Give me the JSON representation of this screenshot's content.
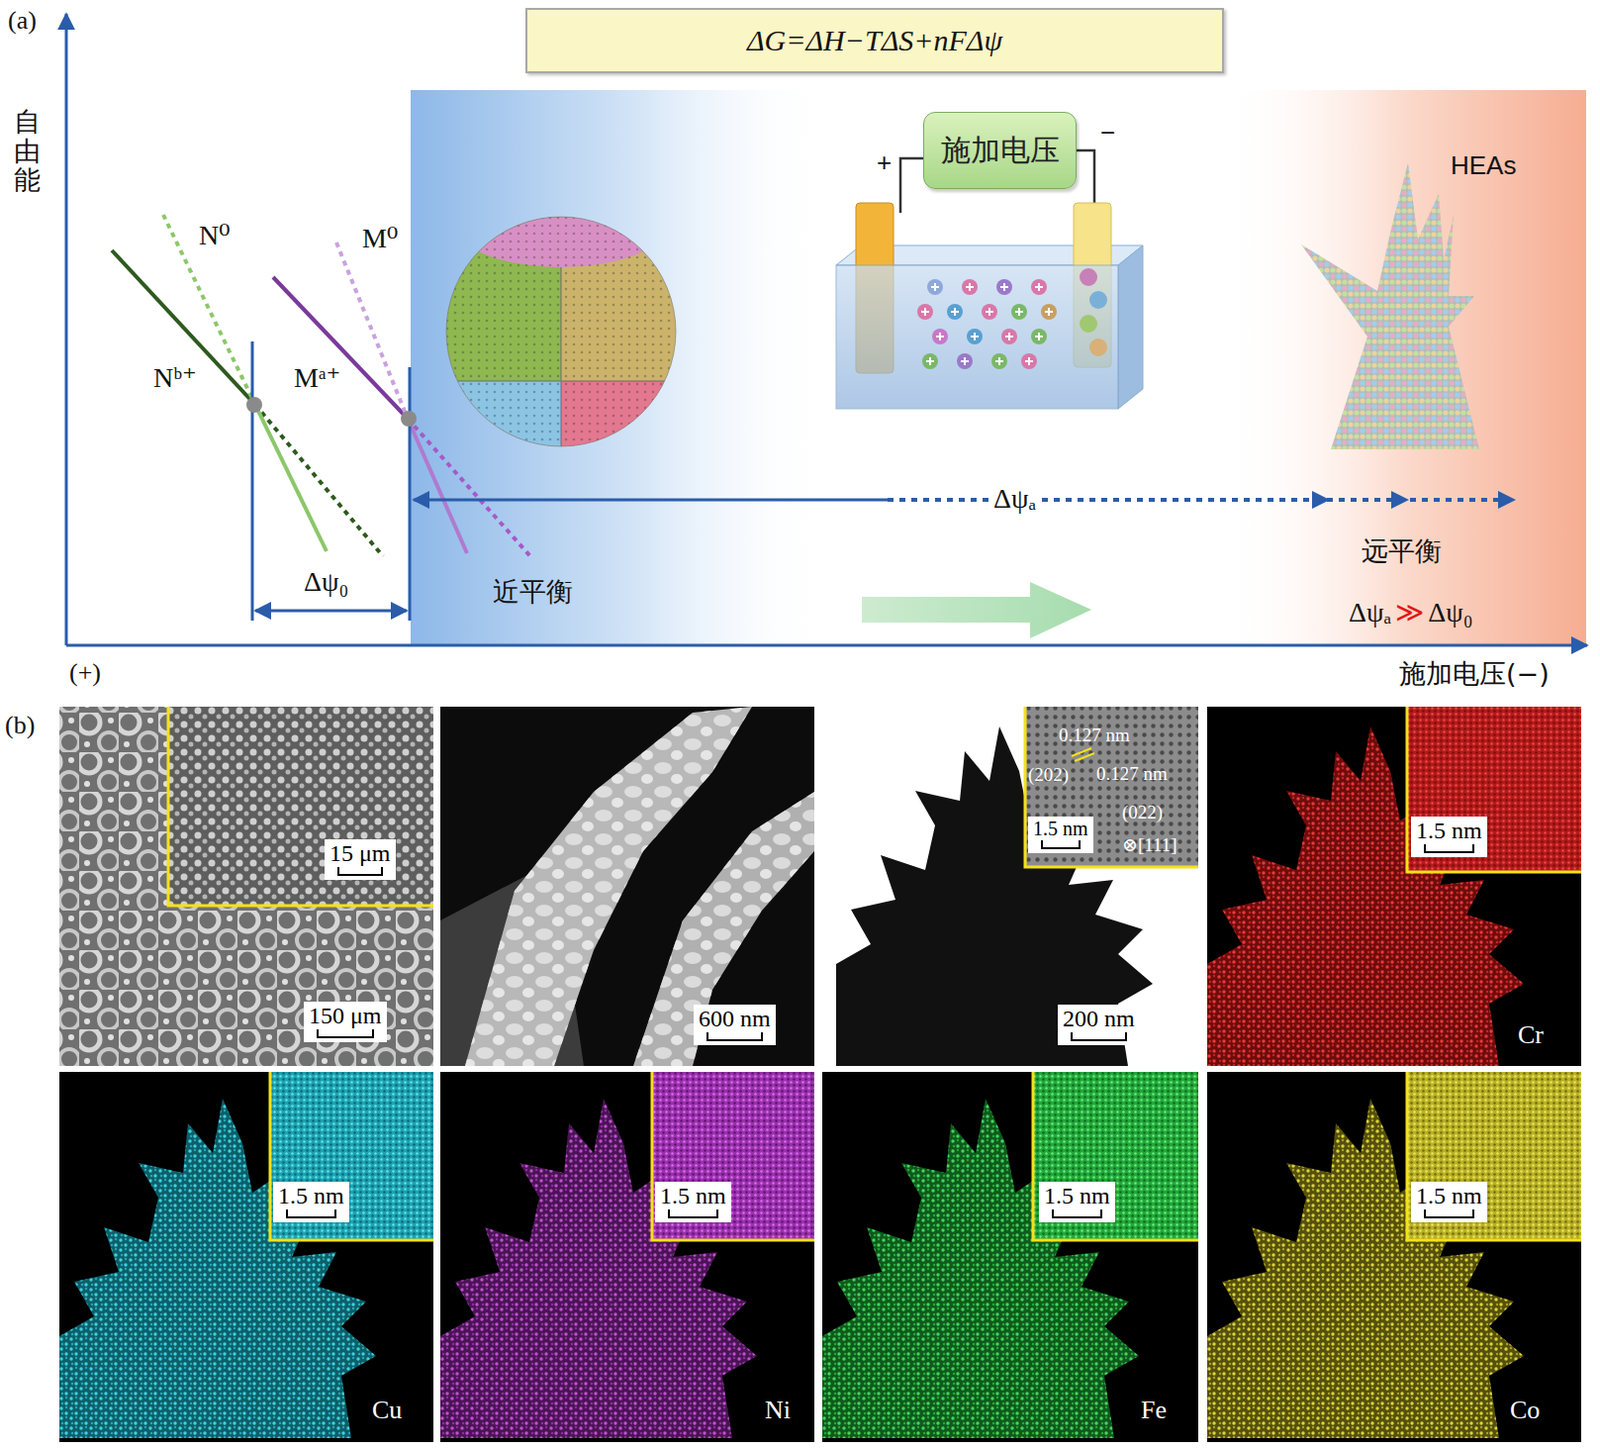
{
  "diagram": {
    "nodes": [
      {
        "text": [
          "ΔG=ΔH−TΔS+nFΔψ"
        ]
      },
      {
        "text": [
          "施加电压"
        ]
      }
    ],
    "labels": [
      "(a)",
      "自由能",
      "N⁰",
      "M⁰",
      "Nᵇ⁺",
      "Mᵃ⁺",
      "Δψ₀",
      "近平衡",
      "Δψₐ",
      "远平衡",
      "Δψₐ",
      "≫",
      "Δψ₀",
      "HEAs",
      "+",
      "−",
      "(+)",
      "施加电压(−)",
      "(b)",
      "15 μm",
      "150 μm",
      "600 nm",
      "0.127 nm",
      "(202)",
      "0.127 nm",
      "1.5 nm",
      "(022)",
      "⊗[111]",
      "200 nm",
      "1.5 nm",
      "Cr",
      "1.5 nm",
      "Cu",
      "1.5 nm",
      "Ni",
      "1.5 nm",
      "Fe",
      "1.5 nm",
      "Co"
    ]
  }
}
